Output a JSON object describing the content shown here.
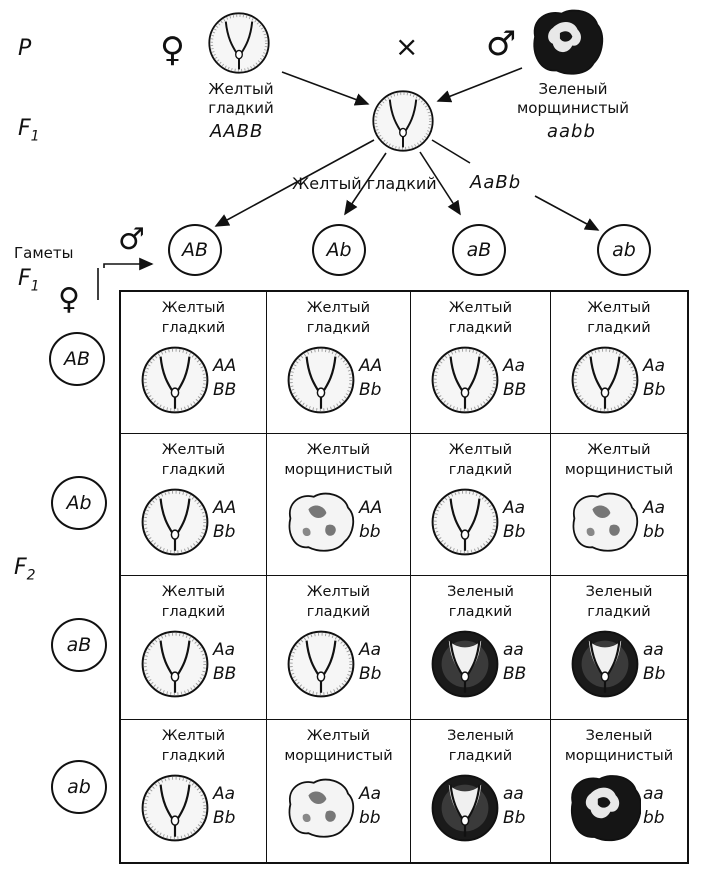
{
  "labels": {
    "P": "P",
    "F1_top": "F",
    "F1_top_sub": "1",
    "F1_side": "F",
    "F1_side_sub": "1",
    "F2": "F",
    "F2_sub": "2",
    "female_symbol": "♀",
    "male_symbol": "♂",
    "cross": "×",
    "gametes": "Гаметы"
  },
  "parents": {
    "female": {
      "line1": "Желтый",
      "line2": "гладкий",
      "genotype": "AABB"
    },
    "male": {
      "line1": "Зеленый",
      "line2": "морщинистый",
      "genotype": "aabb"
    }
  },
  "f1": {
    "phenotype": "Желтый гладкий",
    "genotype": "AaBb"
  },
  "gametes": {
    "male": [
      "AB",
      "Ab",
      "aB",
      "ab"
    ],
    "female": [
      "AB",
      "Ab",
      "aB",
      "ab"
    ]
  },
  "grid": [
    [
      {
        "l1": "Желтый",
        "l2": "гладкий",
        "g1": "AA",
        "g2": "BB",
        "seed": "yellow-smooth"
      },
      {
        "l1": "Желтый",
        "l2": "гладкий",
        "g1": "AA",
        "g2": "Bb",
        "seed": "yellow-smooth"
      },
      {
        "l1": "Желтый",
        "l2": "гладкий",
        "g1": "Aa",
        "g2": "BB",
        "seed": "yellow-smooth"
      },
      {
        "l1": "Желтый",
        "l2": "гладкий",
        "g1": "Aa",
        "g2": "Bb",
        "seed": "yellow-smooth"
      }
    ],
    [
      {
        "l1": "Желтый",
        "l2": "гладкий",
        "g1": "AA",
        "g2": "Bb",
        "seed": "yellow-smooth"
      },
      {
        "l1": "Желтый",
        "l2": "морщинистый",
        "g1": "AA",
        "g2": "bb",
        "seed": "yellow-wrinkled"
      },
      {
        "l1": "Желтый",
        "l2": "гладкий",
        "g1": "Aa",
        "g2": "Bb",
        "seed": "yellow-smooth"
      },
      {
        "l1": "Желтый",
        "l2": "морщинистый",
        "g1": "Aa",
        "g2": "bb",
        "seed": "yellow-wrinkled"
      }
    ],
    [
      {
        "l1": "Желтый",
        "l2": "гладкий",
        "g1": "Aa",
        "g2": "BB",
        "seed": "yellow-smooth"
      },
      {
        "l1": "Желтый",
        "l2": "гладкий",
        "g1": "Aa",
        "g2": "Bb",
        "seed": "yellow-smooth"
      },
      {
        "l1": "Зеленый",
        "l2": "гладкий",
        "g1": "aa",
        "g2": "BB",
        "seed": "green-smooth"
      },
      {
        "l1": "Зеленый",
        "l2": "гладкий",
        "g1": "aa",
        "g2": "Bb",
        "seed": "green-smooth"
      }
    ],
    [
      {
        "l1": "Желтый",
        "l2": "гладкий",
        "g1": "Aa",
        "g2": "Bb",
        "seed": "yellow-smooth"
      },
      {
        "l1": "Желтый",
        "l2": "морщинистый",
        "g1": "Aa",
        "g2": "bb",
        "seed": "yellow-wrinkled"
      },
      {
        "l1": "Зеленый",
        "l2": "гладкий",
        "g1": "aa",
        "g2": "Bb",
        "seed": "green-smooth"
      },
      {
        "l1": "Зеленый",
        "l2": "морщинистый",
        "g1": "aa",
        "g2": "bb",
        "seed": "green-wrinkled"
      }
    ]
  ]
}
